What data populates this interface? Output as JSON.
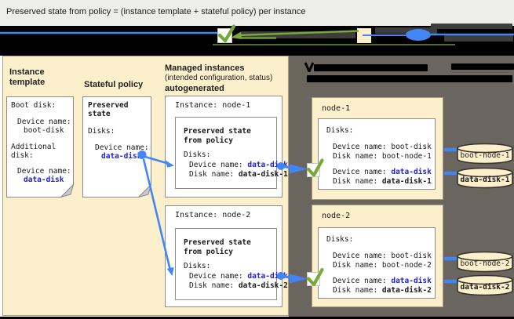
{
  "title": "Preserved state from policy = (instance template + stateful policy) per instance",
  "legend": {
    "check_icon": "applied-check",
    "square_icon": "instance-config-square",
    "disk_icon": "persistent-disk-ellipse"
  },
  "left_panel": {
    "instance_template": {
      "heading_line1": "Instance",
      "heading_line2": "template",
      "doc": {
        "boot_disk_label": "Boot disk:",
        "device_name_label1": "Device name:",
        "boot_device_value": "boot-disk",
        "additional_line1": "Additional",
        "additional_line2": "disk:",
        "device_name_label2": "Device name:",
        "data_device_value": "data-disk"
      }
    },
    "stateful_policy": {
      "heading": "Stateful policy",
      "doc": {
        "title_line1": "Preserved",
        "title_line2": "state",
        "disks_label": "Disks:",
        "device_name_label": "Device name:",
        "device_value": "data-disk"
      }
    },
    "managed_instances": {
      "heading_bold": "Managed instances",
      "heading_sub": "(intended configuration, status)",
      "heading_bold2": "autogenerated",
      "instances": [
        {
          "title": "Instance: node-1",
          "preserved_line1": "Preserved state",
          "preserved_line2": "from policy",
          "disks_label": "Disks:",
          "device_prefix": "Device name: ",
          "device_value": "data-disk",
          "disk_prefix": "Disk name: ",
          "disk_value": "data-disk-1"
        },
        {
          "title": "Instance: node-2",
          "preserved_line1": "Preserved state",
          "preserved_line2": "from policy",
          "disks_label": "Disks:",
          "device_prefix": "Device name: ",
          "device_value": "data-disk",
          "disk_prefix": "Disk name: ",
          "disk_value": "data-disk-2"
        }
      ]
    }
  },
  "right_panel": {
    "nodes": [
      {
        "name": "node-1",
        "disks_label": "Disks:",
        "boot_device_prefix": "Device name: ",
        "boot_device_value": "boot-disk",
        "boot_disk_prefix": "Disk name: ",
        "boot_disk_value": "boot-node-1",
        "data_device_prefix": "Device name: ",
        "data_device_value": "data-disk",
        "data_disk_prefix": "Disk name: ",
        "data_disk_value": "data-disk-1"
      },
      {
        "name": "node-2",
        "disks_label": "Disks:",
        "boot_device_prefix": "Device name: ",
        "boot_device_value": "boot-disk",
        "boot_disk_prefix": "Disk name: ",
        "boot_disk_value": "boot-node-2",
        "data_device_prefix": "Device name: ",
        "data_device_value": "data-disk",
        "data_disk_prefix": "Disk name: ",
        "data_disk_value": "data-disk-2"
      }
    ],
    "disks": [
      {
        "label": "boot-node-1"
      },
      {
        "label": "data-disk-1"
      },
      {
        "label": "boot-node-2"
      },
      {
        "label": "data-disk-2"
      }
    ]
  },
  "colors": {
    "accent_blue": "#4285f4",
    "link_blue": "#2222d0",
    "check_green": "#77a938",
    "cream": "#fcf0cc",
    "panel_gray": "#6a655e"
  }
}
